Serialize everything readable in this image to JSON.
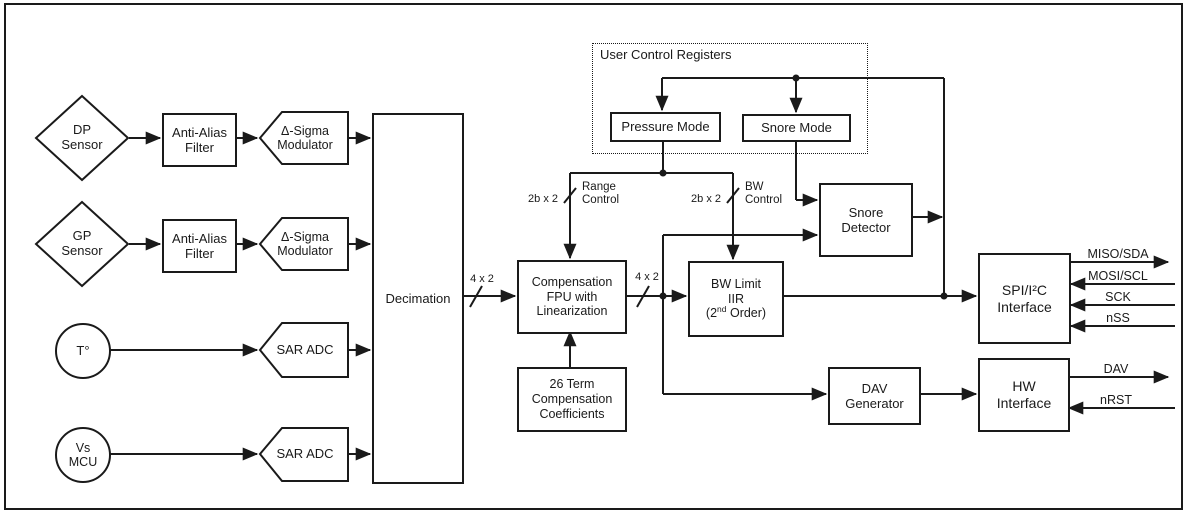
{
  "blocks": {
    "dp_sensor": "DP\nSensor",
    "gp_sensor": "GP\nSensor",
    "temperature_sensor": "T°",
    "vs_mcu": "Vs\nMCU",
    "anti_alias_filter_1": "Anti-Alias\nFilter",
    "anti_alias_filter_2": "Anti-Alias\nFilter",
    "delta_sigma_modulator_1": "Δ-Sigma\nModulator",
    "delta_sigma_modulator_2": "Δ-Sigma\nModulator",
    "sar_adc_1": "SAR ADC",
    "sar_adc_2": "SAR ADC",
    "decimation": "Decimation",
    "compensation_fpu": "Compensation\nFPU with\nLinearization",
    "compensation_coefficients": "26 Term\nCompensation\nCoefficients",
    "bw_limit_line1": "BW Limit",
    "bw_limit_line2": "IIR",
    "bw_limit_line3_pre": "(2",
    "bw_limit_line3_sup": "nd",
    "bw_limit_line3_post": " Order)",
    "snore_detector": "Snore\nDetector",
    "dav_generator": "DAV\nGenerator",
    "spi_interface": "SPI/I²C\nInterface",
    "hw_interface": "HW\nInterface"
  },
  "registers": {
    "group_label": "User Control Registers",
    "pressure_mode": "Pressure Mode",
    "snore_mode": "Snore Mode"
  },
  "bus_labels": {
    "decimation_out": "4 x 2",
    "compensation_out": "4 x 2",
    "range_bus": "2b x 2",
    "bw_bus": "2b x 2",
    "range_control": "Range\nControl",
    "bw_control": "BW\nControl"
  },
  "pins": {
    "miso_sda": "MISO/SDA",
    "mosi_scl": "MOSI/SCL",
    "sck": "SCK",
    "nss": "nSS",
    "dav": "DAV",
    "nrst": "nRST"
  },
  "colors": {
    "ink": "#1a1a1a",
    "background": "#ffffff"
  }
}
